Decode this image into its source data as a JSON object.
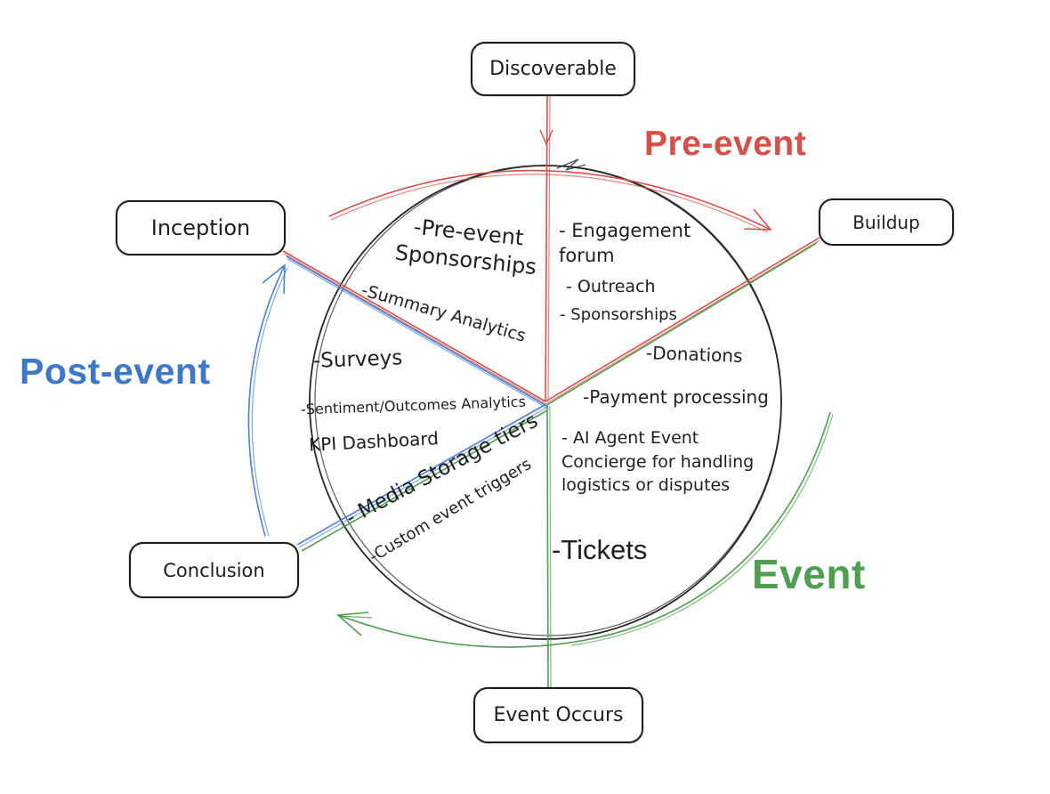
{
  "title": "Event lifecycle diagram",
  "palette": {
    "red": "#d6504a",
    "blue": "#4b82d4",
    "blue_text": "#3e78c8",
    "green": "#4f9e52",
    "ink": "#1e1e1e"
  },
  "stage_boxes": {
    "discoverable": "Discoverable",
    "inception": "Inception",
    "buildup": "Buildup",
    "conclusion": "Conclusion",
    "event_occurs": "Event Occurs"
  },
  "phase_labels": {
    "pre_event": "Pre-event",
    "post_event": "Post-event",
    "event": "Event"
  },
  "notes": {
    "pre_event_sponsorships": "-Pre-event\nSponsorships",
    "summary_analytics": "-Summary Analytics",
    "engagement_forum": "- Engagement\nforum",
    "outreach": "- Outreach",
    "sponsorships": "- Sponsorships",
    "surveys": "-Surveys",
    "sentiment_outcomes": "-Sentiment/Outcomes Analytics",
    "kpi_dashboard": "KPI Dashboard",
    "donations": "-Donations",
    "payment_processing": "-Payment processing",
    "ai_agent_concierge": "- AI Agent Event\nConcierge for handling\nlogistics or disputes",
    "media_storage_tiers": "- Media Storage tiers",
    "custom_event_triggers": "-Custom event triggers",
    "tickets": "-Tickets"
  }
}
